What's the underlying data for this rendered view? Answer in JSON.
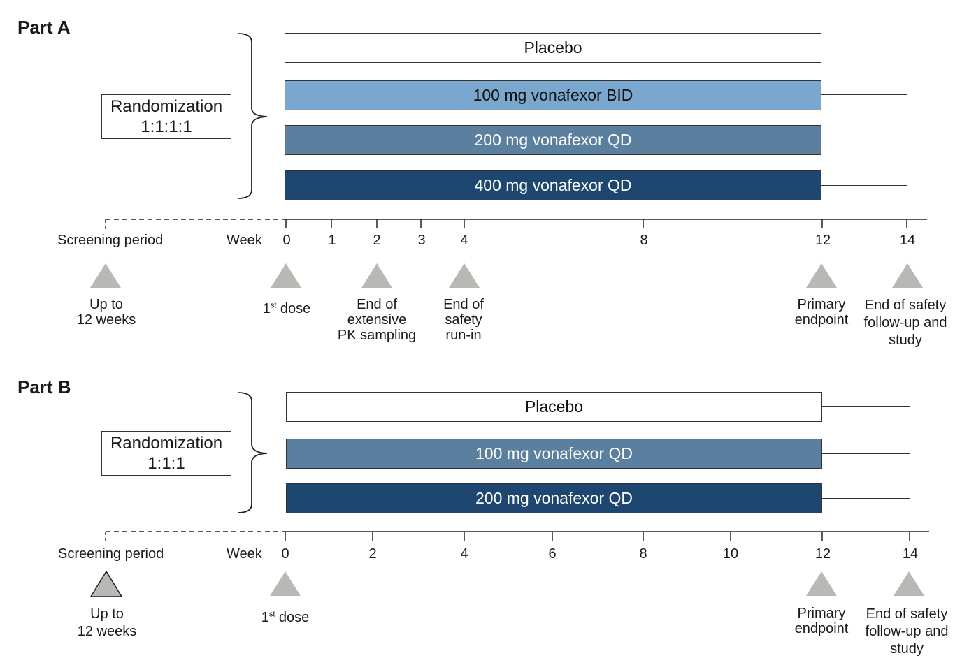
{
  "partA": {
    "title": "Part A",
    "randomization": [
      "Randomization",
      "1:1:1:1"
    ],
    "arms": [
      "Placebo",
      "100 mg vonafexor BID",
      "200 mg vonafexor QD",
      "400 mg vonafexor QD"
    ],
    "screening_label": "Screening period",
    "week_label": "Week",
    "ticks": [
      "0",
      "1",
      "2",
      "3",
      "4",
      "8",
      "12",
      "14"
    ],
    "markers": {
      "screening": [
        "Up to",
        "12 weeks"
      ],
      "first_dose_pre": "1",
      "first_dose_sup": "st",
      "first_dose_post": " dose",
      "pk": [
        "End of",
        "extensive",
        "PK sampling"
      ],
      "run_in": [
        "End of",
        "safety",
        "run-in"
      ],
      "primary": [
        "Primary",
        "endpoint"
      ],
      "end_study": [
        "End of safety",
        "follow-up and",
        "study"
      ]
    }
  },
  "partB": {
    "title": "Part B",
    "randomization": [
      "Randomization",
      "1:1:1"
    ],
    "arms": [
      "Placebo",
      "100 mg vonafexor QD",
      "200 mg vonafexor QD"
    ],
    "screening_label": "Screening period",
    "week_label": "Week",
    "ticks": [
      "0",
      "2",
      "4",
      "6",
      "8",
      "10",
      "12",
      "14"
    ],
    "markers": {
      "screening": [
        "Up to",
        "12 weeks"
      ],
      "first_dose_pre": "1",
      "first_dose_sup": "st",
      "first_dose_post": " dose",
      "primary": [
        "Primary",
        "endpoint"
      ],
      "end_study": [
        "End of safety",
        "follow-up and",
        "study"
      ]
    }
  },
  "colors": {
    "marker": "#b8b8b4",
    "arm_light": "#7aa7cd",
    "arm_mid": "#5a7f9f",
    "arm_dark": "#1d4771"
  }
}
